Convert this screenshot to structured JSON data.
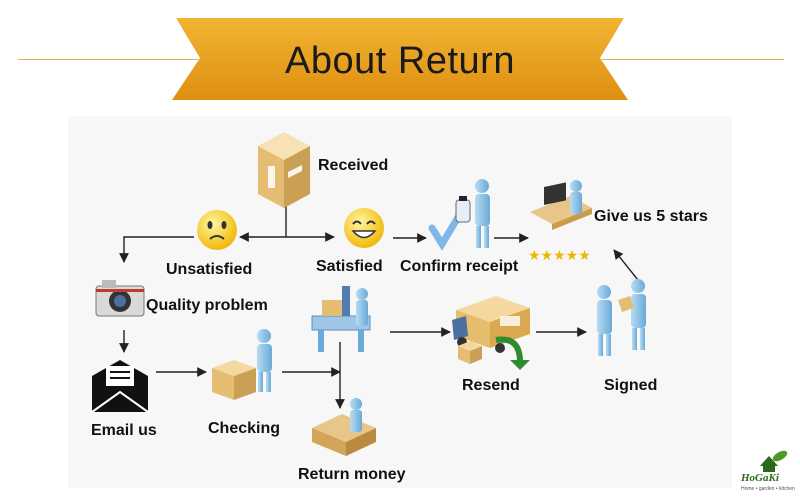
{
  "header": {
    "title": "About Return"
  },
  "steps": {
    "received": "Received",
    "unsatisfied": "Unsatisfied",
    "satisfied": "Satisfied",
    "confirm_receipt": "Confirm receipt",
    "give_stars": "Give us 5 stars",
    "quality_problem": "Quality problem",
    "email_us": "Email us",
    "checking": "Checking",
    "return_money": "Return money",
    "resend": "Resend",
    "signed": "Signed"
  },
  "rating": {
    "stars": "★★★★★",
    "value": 5
  },
  "logo": {
    "name": "HoGaKi",
    "tagline": "Home • garden • kitchen"
  },
  "colors": {
    "banner": "#e8a21c",
    "arrow": "#222222",
    "person": "#8fc3e8",
    "box": "#e6c27a"
  }
}
